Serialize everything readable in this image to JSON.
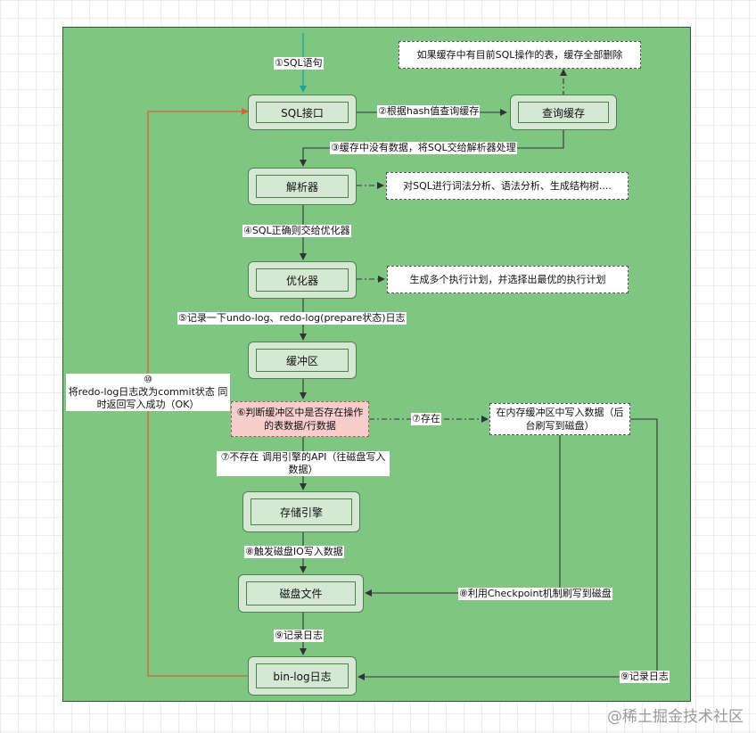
{
  "nodes": {
    "sql_interface": "SQL接口",
    "query_cache": "查询缓存",
    "parser": "解析器",
    "optimizer": "优化器",
    "buffer": "缓冲区",
    "storage_engine": "存储引擎",
    "disk_file": "磁盘文件",
    "binlog": "bin-log日志"
  },
  "notes": {
    "cache_delete": "如果缓存中有目前SQL操作的表，缓存全部删除",
    "parser_desc": "对SQL进行词法分析、语法分析、生成结构树....",
    "optimizer_desc": "生成多个执行计划，并选择出最优的执行计划",
    "check_buffer": "⑥判断缓冲区中是否存在操作的表数据/行数据",
    "write_memory": "在内存缓冲区中写入数据（后台刷写到磁盘）"
  },
  "labels": {
    "step1": "①SQL语句",
    "step2": "②根据hash值查询缓存",
    "step3": "③缓存中没有数据，将SQL交给解析器处理",
    "step4": "④SQL正确则交给优化器",
    "step5": "⑤记录一下undo-log、redo-log(prepare状态)日志",
    "step7_exists": "⑦存在",
    "step7_not_exists": "⑦不存在 调用引擎的API（往磁盘写入数据）",
    "step8": "⑧触发磁盘IO写入数据",
    "step8_checkpoint": "⑧利用Checkpoint机制刷写到磁盘",
    "step9": "⑨记录日志",
    "step9_right": "⑨记录日志",
    "step10_num": "⑩",
    "step10_text": "将redo-log日志改为commit状态 同时返回写入成功（OK）"
  },
  "watermark": "@稀土掘金技术社区",
  "colors": {
    "canvas": "#7fc683",
    "node_fill": "#d5e8d4",
    "red_note": "#f8cecc",
    "return_arrow": "#d9603b",
    "entry_arrow": "#1aa59a",
    "line": "#333333"
  }
}
